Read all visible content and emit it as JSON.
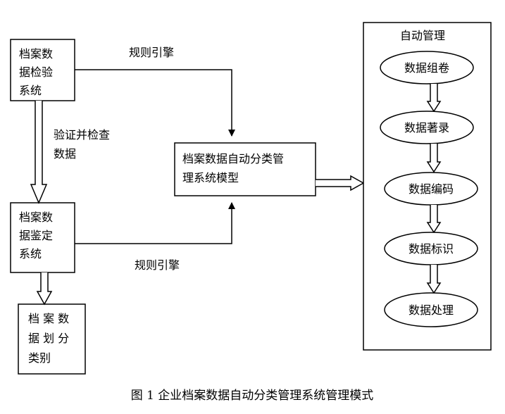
{
  "nodes": {
    "verify_system": [
      "档案数",
      "据检验",
      "系统"
    ],
    "appraise_system": [
      "档案数",
      "据鉴定",
      "系统"
    ],
    "divide_category": [
      "档 案 数",
      "据 划 分",
      "类别"
    ],
    "auto_model": [
      "档案数据自动分类管",
      "理系统模型"
    ]
  },
  "labels": {
    "rule_engine_top": "规则引擎",
    "rule_engine_bottom": "规则引擎",
    "verify_data": [
      "验证并检查",
      "数据"
    ]
  },
  "auto_management": {
    "title": "自动管理",
    "steps": [
      "数据组卷",
      "数据著录",
      "数据编码",
      "数据标识",
      "数据处理"
    ]
  },
  "caption": "图 1 企业档案数据自动分类管理系统管理模式"
}
